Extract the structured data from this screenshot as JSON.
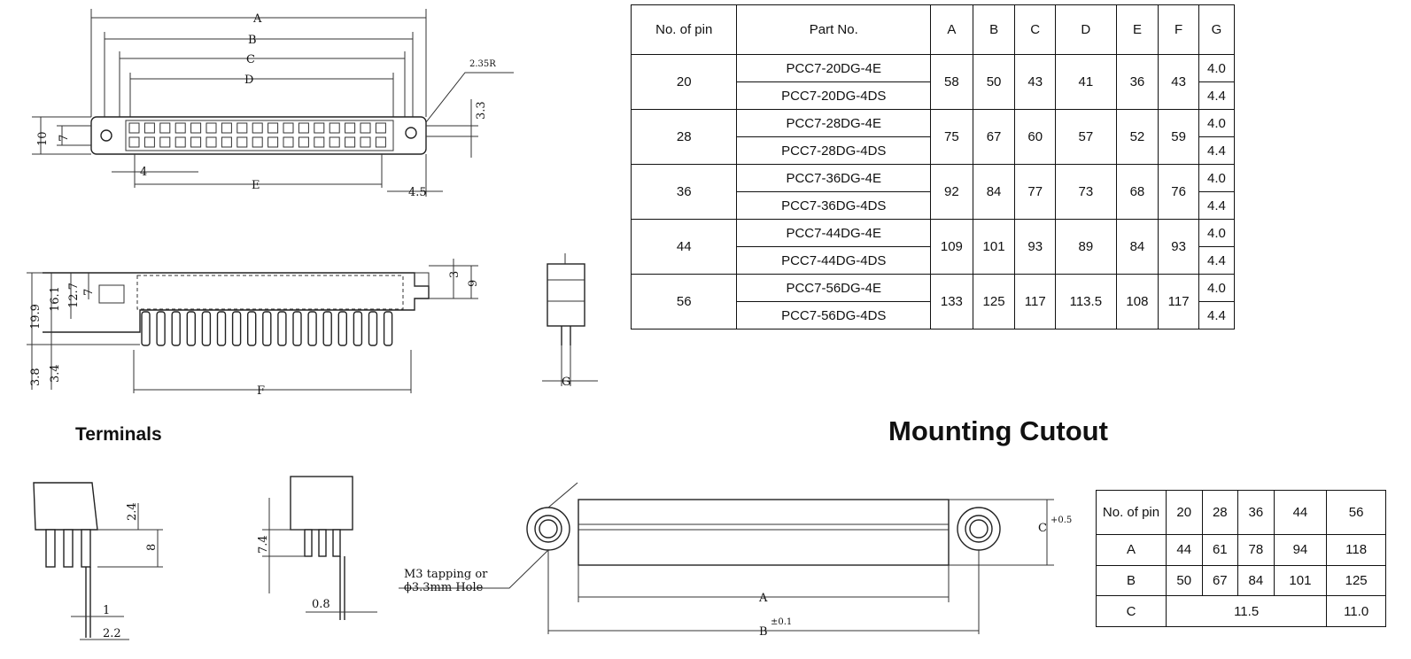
{
  "spec_table": {
    "headers": [
      "No. of pin",
      "Part No.",
      "A",
      "B",
      "C",
      "D",
      "E",
      "F",
      "G"
    ],
    "rows": [
      {
        "pins": "20",
        "parts": [
          "PCC7-20DG-4E",
          "PCC7-20DG-4DS"
        ],
        "A": "58",
        "B": "50",
        "C": "43",
        "D": "41",
        "E": "36",
        "F": "43",
        "G": [
          "4.0",
          "4.4"
        ]
      },
      {
        "pins": "28",
        "parts": [
          "PCC7-28DG-4E",
          "PCC7-28DG-4DS"
        ],
        "A": "75",
        "B": "67",
        "C": "60",
        "D": "57",
        "E": "52",
        "F": "59",
        "G": [
          "4.0",
          "4.4"
        ]
      },
      {
        "pins": "36",
        "parts": [
          "PCC7-36DG-4E",
          "PCC7-36DG-4DS"
        ],
        "A": "92",
        "B": "84",
        "C": "77",
        "D": "73",
        "E": "68",
        "F": "76",
        "G": [
          "4.0",
          "4.4"
        ]
      },
      {
        "pins": "44",
        "parts": [
          "PCC7-44DG-4E",
          "PCC7-44DG-4DS"
        ],
        "A": "109",
        "B": "101",
        "C": "93",
        "D": "89",
        "E": "84",
        "F": "93",
        "G": [
          "4.0",
          "4.4"
        ]
      },
      {
        "pins": "56",
        "parts": [
          "PCC7-56DG-4E",
          "PCC7-56DG-4DS"
        ],
        "A": "133",
        "B": "125",
        "C": "117",
        "D": "113.5",
        "E": "108",
        "F": "117",
        "G": [
          "4.0",
          "4.4"
        ]
      }
    ]
  },
  "cutout_table": {
    "header": [
      "No. of pin",
      "20",
      "28",
      "36",
      "44",
      "56"
    ],
    "row_a": [
      "A",
      "44",
      "61",
      "78",
      "94",
      "118"
    ],
    "row_b": [
      "B",
      "50",
      "67",
      "84",
      "101",
      "125"
    ],
    "row_c": [
      "C",
      "11.5",
      "11.0"
    ]
  },
  "headings": {
    "terminals": "Terminals",
    "mounting_cutout": "Mounting Cutout"
  },
  "top_view": {
    "A": "A",
    "B": "B",
    "C": "C",
    "D": "D",
    "E": "E",
    "radius": "2.35R",
    "h10": "10",
    "h7": "7",
    "h33": "3.3",
    "w4": "4",
    "w45": "4.5"
  },
  "side_view": {
    "h199": "19.9",
    "h161": "16.1",
    "h127": "12.7",
    "h7": "7",
    "h3": "3",
    "h9": "9",
    "h38": "3.8",
    "h34": "3.4",
    "F": "F"
  },
  "end_view": {
    "G": "G"
  },
  "terminal_views": {
    "left": {
      "d24": "2.4",
      "d8": "8",
      "d1": "1",
      "d22": "2.2"
    },
    "right": {
      "d74": "7.4",
      "d08": "0.8"
    }
  },
  "cutout_drawing": {
    "hole_note_1": "M3 tapping or",
    "hole_note_2": "ϕ3.3mm Hole",
    "A": "A",
    "B": "B",
    "B_tol": "±0.1",
    "C": "C",
    "C_tol": "+0.5"
  }
}
